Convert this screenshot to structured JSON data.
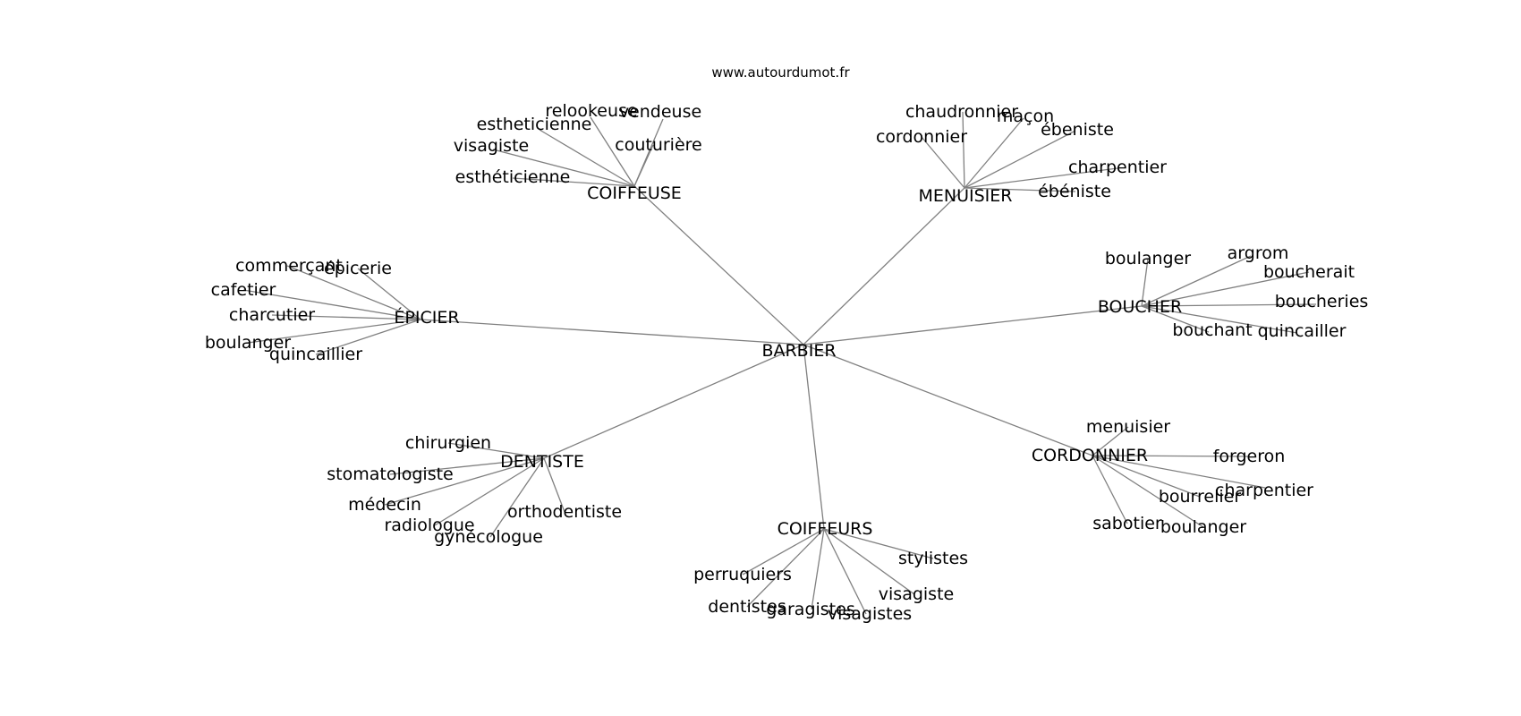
{
  "source_label": "www.autourdumot.fr",
  "graph": {
    "center": "BARBIER",
    "groups": [
      {
        "label": "COIFFEUSE",
        "words": [
          "relookeuse",
          "vendeuse",
          "estheticienne",
          "visagiste",
          "couturière",
          "esthéticienne"
        ]
      },
      {
        "label": "MENUISIER",
        "words": [
          "chaudronnier",
          "maçon",
          "cordonnier",
          "ébeniste",
          "charpentier",
          "ébéniste"
        ]
      },
      {
        "label": "BOUCHER",
        "words": [
          "boulanger",
          "argrom",
          "boucherait",
          "boucheries",
          "bouchant",
          "quincailler"
        ]
      },
      {
        "label": "CORDONNIER",
        "words": [
          "menuisier",
          "forgeron",
          "charpentier",
          "bourrelier",
          "sabotier",
          "boulanger"
        ]
      },
      {
        "label": "COIFFEURS",
        "words": [
          "stylistes",
          "perruquiers",
          "visagiste",
          "dentistes",
          "garagistes",
          "visagistes"
        ]
      },
      {
        "label": "DENTISTE",
        "words": [
          "chirurgien",
          "stomatologiste",
          "médecin",
          "orthodentiste",
          "radiologue",
          "gynécologue"
        ]
      },
      {
        "label": "ÉPICIER",
        "words": [
          "commerçant",
          "épicerie",
          "cafetier",
          "charcutier",
          "boulanger",
          "quincaillier"
        ]
      }
    ]
  }
}
